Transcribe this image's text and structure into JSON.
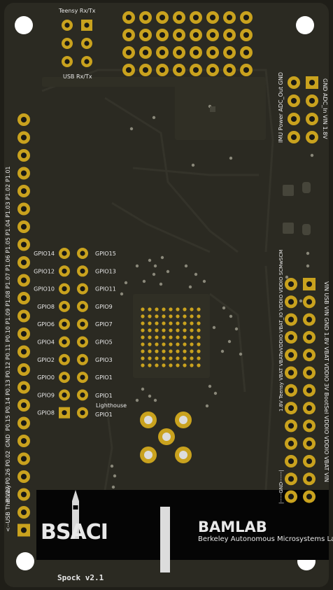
{
  "board": {
    "name": "Spock v2.1",
    "lab": {
      "short": "BAMLAB",
      "full": "Berkeley Autonomous Microsystems Lab"
    },
    "logo_text": "BSACI",
    "colors": {
      "pcb": "#2b2a22",
      "pcb_edge": "#1f1e18",
      "copper": "#c9a21e",
      "drill": "#1a1a16",
      "silk": "#e8e8e8",
      "black_band": "#050505"
    }
  },
  "labels": {
    "teensy_rx_tx": "Teensy Rx/Tx",
    "usb_rx_tx": "USB Rx/Tx",
    "lighthouse": "Lighthouse",
    "usb_this_way": "<--USB This Way",
    "gnd_bracket": "|-----GND------|",
    "power_top": "IMU Power ADC_Out GND",
    "power_top2": "GND ADC_In VIN 1.8V",
    "power_col_a": "VIN USB VIN GND 1.8V VBAT VDDIO 3V BootSel VDDIO VDDIO VBAT VIN",
    "power_col_b": "1.8V Teensy VBAT VBATwVDDIO VBAT_IO VDDIO VDDIO SCMwSCM"
  },
  "left_header": [
    "P0.27",
    "P0.26",
    "P0.02",
    "GND",
    "P0.15",
    "P0.14",
    "P0.13",
    "P0.12",
    "P0.11",
    "P0.10",
    "P1.09",
    "P1.08",
    "P1.07",
    "P1.06",
    "P1.05",
    "P1.04",
    "P1.03",
    "P1.02",
    "P1.01"
  ],
  "gpio_left": [
    "GPIO14",
    "GPIO12",
    "GPIO10",
    "GPIO8",
    "GPIO6",
    "GPIO4",
    "GPIO2",
    "GPIO0",
    "GPIO9",
    "GPIO8"
  ],
  "gpio_right": [
    "GPIO15",
    "GPIO13",
    "GPIO11",
    "GPIO9",
    "GPIO7",
    "GPIO5",
    "GPIO3",
    "GPIO1",
    "GPIO1",
    "GPIO1"
  ]
}
